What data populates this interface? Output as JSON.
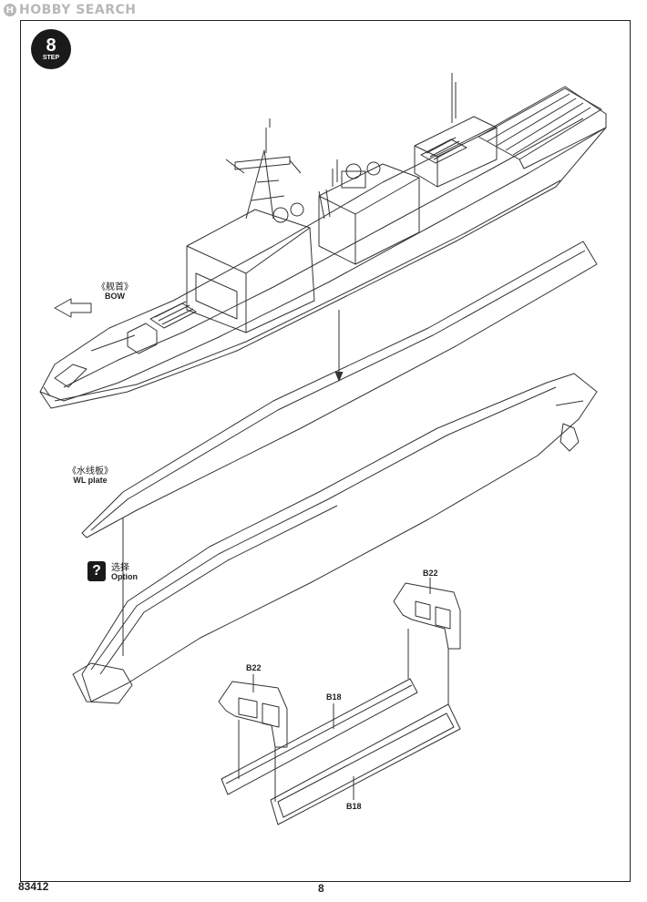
{
  "watermark": {
    "logo": "H",
    "text": "HOBBY SEARCH"
  },
  "step": {
    "number": "8",
    "label": "STEP"
  },
  "labels": {
    "bow_cn": "《舰首》",
    "bow_en": "BOW",
    "wl_cn": "《水线板》",
    "wl_en": "WL plate",
    "option_cn": "选择",
    "option_en": "Option"
  },
  "parts": {
    "b22_upper": "B22",
    "b22_lower": "B22",
    "b18_upper": "B18",
    "b18_lower": "B18"
  },
  "footer": {
    "code": "83412",
    "page": "8"
  },
  "icons": {
    "option": "question-icon",
    "direction": "arrow-left-icon"
  }
}
